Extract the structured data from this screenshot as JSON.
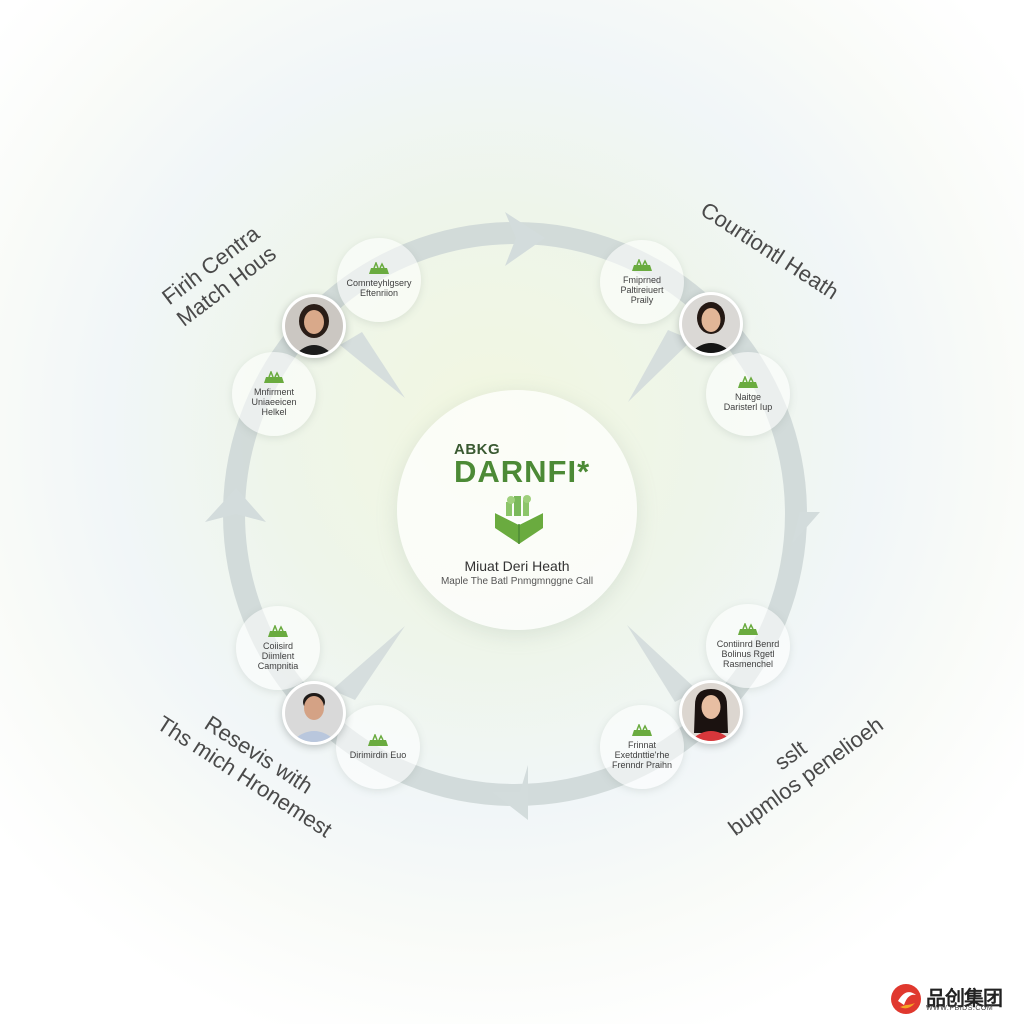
{
  "corner_labels": {
    "top_left": [
      "Firih Centra",
      "Match Hous"
    ],
    "top_right": [
      "Courtiontl Heath"
    ],
    "bottom_left": [
      "Resevis with",
      "Ths mich Hronemest"
    ],
    "bottom_right": [
      "sslt",
      "bupmlos penelioeh"
    ]
  },
  "center": {
    "eyebrow": "ABKG",
    "brand": "DARNFI*",
    "subtitle": "Miuat Deri Heath",
    "tagline": "Maple The Batl Pnmgmnggne Call"
  },
  "nodes": [
    {
      "lines": [
        "Comnteyhlgsery",
        "Eftenriion"
      ]
    },
    {
      "lines": [
        "Fmiprned",
        "Paltireiuert",
        "Praily"
      ]
    },
    {
      "lines": [
        "Mnfirment",
        "Uniaeeicen",
        "Helkel"
      ]
    },
    {
      "lines": [
        "Naitge",
        "Daristerl Iup"
      ]
    },
    {
      "lines": [
        "Coiisird",
        "Diimlent",
        "Campnitia"
      ]
    },
    {
      "lines": [
        "Contiinrd Benrd",
        "Bolinus Rgetl",
        "Rasmenchel"
      ]
    },
    {
      "lines": [
        "Dirimirdin Euo"
      ]
    },
    {
      "lines": [
        "Frinnat",
        "Exetdnttie'rhe",
        "Frenndr Praihn"
      ]
    }
  ],
  "people": [
    {
      "name": "person-top-left",
      "skin": "#d9a98a",
      "hair": "#2a1d17",
      "shirt": "#1c1c1c",
      "bg": "#cbc7c2"
    },
    {
      "name": "person-top-right",
      "skin": "#e2b697",
      "hair": "#241813",
      "shirt": "#151515",
      "bg": "#dad8d5"
    },
    {
      "name": "person-bottom-left",
      "skin": "#d4a285",
      "hair": "#1f1a18",
      "shirt": "#b9c7dd",
      "bg": "#d9d9d9"
    },
    {
      "name": "person-bottom-right",
      "skin": "#e7bea2",
      "hair": "#1b1210",
      "shirt": "#d7373b",
      "bg": "#dcd6d0"
    }
  ],
  "colors": {
    "brand_green": "#4c8a36",
    "icon_green": "#6aab3f",
    "ring": "#cdd6d6",
    "arrow": "#d3dcdc"
  },
  "watermark": {
    "text": "品创集团",
    "url": "WWW.PBIDS.COM"
  }
}
